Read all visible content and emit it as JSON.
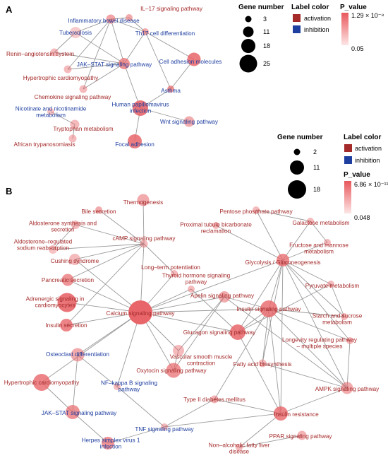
{
  "panels": [
    {
      "letter": "A",
      "legend": {
        "size_title": "Gene number",
        "size_values": [
          "3",
          "11",
          "18",
          "25"
        ],
        "color_title": "Label color",
        "activation": "activation",
        "inhibition": "inhibition",
        "p_title": "P_value",
        "p_top": "1.29 × 10⁻⁸",
        "p_bottom": "0.05",
        "colors": {
          "activation": "#a52a2a",
          "inhibition": "#1f3fa0",
          "p_high": "#e8575c",
          "p_low": "#fde6e6"
        }
      },
      "nodes": [
        {
          "id": "il17",
          "label": [
            "IL–17 signaling pathway"
          ],
          "type": "activation"
        },
        {
          "id": "ibd",
          "label": [
            "Inflammatory bowel disease"
          ],
          "type": "inhibition"
        },
        {
          "id": "tb",
          "label": [
            "Tuberculosis"
          ],
          "type": "inhibition"
        },
        {
          "id": "th17",
          "label": [
            "Th17 cell differentiation"
          ],
          "type": "inhibition"
        },
        {
          "id": "ras",
          "label": [
            "Renin–angiotensin system"
          ],
          "type": "activation"
        },
        {
          "id": "jak",
          "label": [
            "JAK–STAT signaling pathway"
          ],
          "type": "inhibition"
        },
        {
          "id": "cam",
          "label": [
            "Cell adhesion molecules"
          ],
          "type": "inhibition"
        },
        {
          "id": "hcm",
          "label": [
            "Hypertrophic cardiomyopathy"
          ],
          "type": "activation"
        },
        {
          "id": "asthma",
          "label": [
            "Asthma"
          ],
          "type": "inhibition"
        },
        {
          "id": "chemo",
          "label": [
            "Chemokine signaling pathway"
          ],
          "type": "activation"
        },
        {
          "id": "hpv",
          "label": [
            "Human papillomavirus",
            "infection"
          ],
          "type": "inhibition"
        },
        {
          "id": "nic",
          "label": [
            "Nicotinate and nicotinamide",
            "metabolism"
          ],
          "type": "inhibition"
        },
        {
          "id": "wnt",
          "label": [
            "Wnt signaling pathway"
          ],
          "type": "inhibition"
        },
        {
          "id": "trp",
          "label": [
            "Tryptophan metabolism"
          ],
          "type": "activation"
        },
        {
          "id": "afr",
          "label": [
            "African trypanosomiasis"
          ],
          "type": "activation"
        },
        {
          "id": "focal",
          "label": [
            "Focal adhesion"
          ],
          "type": "inhibition"
        }
      ],
      "edges": [
        [
          "il17",
          "ibd"
        ],
        [
          "il17",
          "th17"
        ],
        [
          "ibd",
          "tb"
        ],
        [
          "ibd",
          "th17"
        ],
        [
          "ibd",
          "jak"
        ],
        [
          "ibd",
          "hcm"
        ],
        [
          "ibd",
          "chemo"
        ],
        [
          "tb",
          "jak"
        ],
        [
          "tb",
          "ras"
        ],
        [
          "th17",
          "jak"
        ],
        [
          "th17",
          "cam"
        ],
        [
          "th17",
          "asthma"
        ],
        [
          "jak",
          "hcm"
        ],
        [
          "jak",
          "chemo"
        ],
        [
          "jak",
          "hpv"
        ],
        [
          "jak",
          "ras"
        ],
        [
          "cam",
          "asthma"
        ],
        [
          "asthma",
          "hpv"
        ],
        [
          "hpv",
          "focal"
        ],
        [
          "hpv",
          "wnt"
        ],
        [
          "nic",
          "trp"
        ],
        [
          "trp",
          "afr"
        ]
      ]
    },
    {
      "letter": "B",
      "legend": {
        "size_title": "Gene number",
        "size_values": [
          "2",
          "11",
          "18"
        ],
        "color_title": "Label color",
        "activation": "activation",
        "inhibition": "inhibition",
        "p_title": "P_value",
        "p_top": "6.86 × 10⁻¹¹",
        "p_bottom": "0.048",
        "colors": {
          "activation": "#a52a2a",
          "inhibition": "#1f3fa0",
          "p_high": "#e8575c",
          "p_low": "#fde6e6"
        }
      },
      "nodes": [
        {
          "id": "thermo",
          "label": [
            "Thermogenesis"
          ],
          "type": "activation"
        },
        {
          "id": "bile",
          "label": [
            "Bile secretion"
          ],
          "type": "activation"
        },
        {
          "id": "pentose",
          "label": [
            "Pentose phosphate pathway"
          ],
          "type": "activation"
        },
        {
          "id": "aldo",
          "label": [
            "Aldosterone synthesis and",
            "secretion"
          ],
          "type": "activation"
        },
        {
          "id": "galact",
          "label": [
            "Galactose metabolism"
          ],
          "type": "activation"
        },
        {
          "id": "prox",
          "label": [
            "Proximal tubule bicarbonate",
            "reclamation"
          ],
          "type": "activation"
        },
        {
          "id": "aldoreg",
          "label": [
            "Aldosterone–regulated",
            "sodium reabsorption"
          ],
          "type": "activation"
        },
        {
          "id": "camp",
          "label": [
            "cAMP signaling pathway"
          ],
          "type": "activation"
        },
        {
          "id": "fruct",
          "label": [
            "Fructose and mannose",
            "metabolism"
          ],
          "type": "activation"
        },
        {
          "id": "cushing",
          "label": [
            "Cushing syndrome"
          ],
          "type": "activation"
        },
        {
          "id": "ltp",
          "label": [
            "Long–term potentiation"
          ],
          "type": "activation"
        },
        {
          "id": "glyco",
          "label": [
            "Glycolysis / Gluconeogenesis"
          ],
          "type": "activation"
        },
        {
          "id": "thyroid",
          "label": [
            "Thyroid hormone signaling",
            "pathway"
          ],
          "type": "activation"
        },
        {
          "id": "pyruv",
          "label": [
            "Pyruvate metabolism"
          ],
          "type": "activation"
        },
        {
          "id": "pancr",
          "label": [
            "Pancreatic secretion"
          ],
          "type": "activation"
        },
        {
          "id": "apelin",
          "label": [
            "Apelin signaling pathway"
          ],
          "type": "activation"
        },
        {
          "id": "adren",
          "label": [
            "Adrenergic signaling in",
            "cardiomyocytes"
          ],
          "type": "activation"
        },
        {
          "id": "insulinsig",
          "label": [
            "Insulin signaling pathway"
          ],
          "type": "activation"
        },
        {
          "id": "starch",
          "label": [
            "Starch and sucrose",
            "metabolism"
          ],
          "type": "activation"
        },
        {
          "id": "calcium",
          "label": [
            "Calcium signaling pathway"
          ],
          "type": "activation"
        },
        {
          "id": "insulinsec",
          "label": [
            "Insulin secretion"
          ],
          "type": "activation"
        },
        {
          "id": "glucagon",
          "label": [
            "Glucagon signaling pathway"
          ],
          "type": "activation"
        },
        {
          "id": "longev",
          "label": [
            "Longevity regulating pathway",
            "– multiple species"
          ],
          "type": "activation"
        },
        {
          "id": "osteo",
          "label": [
            "Osteoclast differentiation"
          ],
          "type": "inhibition"
        },
        {
          "id": "vsmc",
          "label": [
            "Vascular smooth muscle",
            "contraction"
          ],
          "type": "activation"
        },
        {
          "id": "fatty",
          "label": [
            "Fatty acid biosynthesis"
          ],
          "type": "activation"
        },
        {
          "id": "oxy",
          "label": [
            "Oxytocin signaling pathway"
          ],
          "type": "activation"
        },
        {
          "id": "hcmB",
          "label": [
            "Hypertrophic cardiomyopathy"
          ],
          "type": "activation"
        },
        {
          "id": "ampk",
          "label": [
            "AMPK signaling pathway"
          ],
          "type": "activation"
        },
        {
          "id": "nfkb",
          "label": [
            "NF–kappa B signaling",
            "pathway"
          ],
          "type": "inhibition"
        },
        {
          "id": "t2d",
          "label": [
            "Type II diabetes mellitus"
          ],
          "type": "activation"
        },
        {
          "id": "jakB",
          "label": [
            "JAK–STAT signaling pathway"
          ],
          "type": "inhibition"
        },
        {
          "id": "insres",
          "label": [
            "Insulin resistance"
          ],
          "type": "activation"
        },
        {
          "id": "tnf",
          "label": [
            "TNF signaling pathway"
          ],
          "type": "inhibition"
        },
        {
          "id": "ppar",
          "label": [
            "PPAR signaling pathway"
          ],
          "type": "activation"
        },
        {
          "id": "herpes",
          "label": [
            "Herpes simplex virus 1",
            "infection"
          ],
          "type": "inhibition"
        },
        {
          "id": "nafld",
          "label": [
            "Non–alcoholic fatty liver",
            "disease"
          ],
          "type": "activation"
        }
      ],
      "edges": [
        [
          "thermo",
          "camp"
        ],
        [
          "bile",
          "camp"
        ],
        [
          "aldo",
          "camp"
        ],
        [
          "aldoreg",
          "aldo"
        ],
        [
          "aldoreg",
          "camp"
        ],
        [
          "camp",
          "pancr"
        ],
        [
          "camp",
          "calcium"
        ],
        [
          "camp",
          "insulinsec"
        ],
        [
          "camp",
          "ltp"
        ],
        [
          "camp",
          "cushing"
        ],
        [
          "pancr",
          "calcium"
        ],
        [
          "adren",
          "calcium"
        ],
        [
          "insulinsec",
          "calcium"
        ],
        [
          "cushing",
          "calcium"
        ],
        [
          "calcium",
          "ltp"
        ],
        [
          "calcium",
          "thyroid"
        ],
        [
          "calcium",
          "apelin"
        ],
        [
          "calcium",
          "glucagon"
        ],
        [
          "calcium",
          "vsmc"
        ],
        [
          "calcium",
          "oxy"
        ],
        [
          "calcium",
          "osteo"
        ],
        [
          "calcium",
          "glyco"
        ],
        [
          "calcium",
          "hcmB"
        ],
        [
          "calcium",
          "nfkb"
        ],
        [
          "calcium",
          "insulinsig"
        ],
        [
          "pentose",
          "glyco"
        ],
        [
          "galact",
          "glyco"
        ],
        [
          "prox",
          "glyco"
        ],
        [
          "fruct",
          "glyco"
        ],
        [
          "glyco",
          "pyruv"
        ],
        [
          "glyco",
          "starch"
        ],
        [
          "glyco",
          "insulinsig"
        ],
        [
          "glyco",
          "glucagon"
        ],
        [
          "glyco",
          "fatty"
        ],
        [
          "glyco",
          "ampk"
        ],
        [
          "glyco",
          "insres"
        ],
        [
          "glyco",
          "longev"
        ],
        [
          "pyruv",
          "glucagon"
        ],
        [
          "pyruv",
          "starch"
        ],
        [
          "galact",
          "pentose"
        ],
        [
          "galact",
          "fruct"
        ],
        [
          "insulinsig",
          "starch"
        ],
        [
          "insulinsig",
          "glucagon"
        ],
        [
          "insulinsig",
          "ampk"
        ],
        [
          "insulinsig",
          "insres"
        ],
        [
          "insulinsig",
          "longev"
        ],
        [
          "insulinsig",
          "apelin"
        ],
        [
          "insulinsig",
          "fatty"
        ],
        [
          "insulinsig",
          "t2d"
        ],
        [
          "glucagon",
          "insres"
        ],
        [
          "ampk",
          "longev"
        ],
        [
          "ampk",
          "fatty"
        ],
        [
          "ampk",
          "apelin"
        ],
        [
          "ampk",
          "insres"
        ],
        [
          "apelin",
          "oxy"
        ],
        [
          "apelin",
          "vsmc"
        ],
        [
          "vsmc",
          "oxy"
        ],
        [
          "thyroid",
          "glucagon"
        ],
        [
          "t2d",
          "insres"
        ],
        [
          "t2d",
          "tnf"
        ],
        [
          "insres",
          "tnf"
        ],
        [
          "insres",
          "nafld"
        ],
        [
          "nafld",
          "ppar"
        ],
        [
          "osteo",
          "jakB"
        ],
        [
          "osteo",
          "nfkb"
        ],
        [
          "jakB",
          "herpes"
        ],
        [
          "jakB",
          "hcmB"
        ],
        [
          "nfkb",
          "tnf"
        ],
        [
          "tnf",
          "herpes"
        ]
      ]
    }
  ]
}
